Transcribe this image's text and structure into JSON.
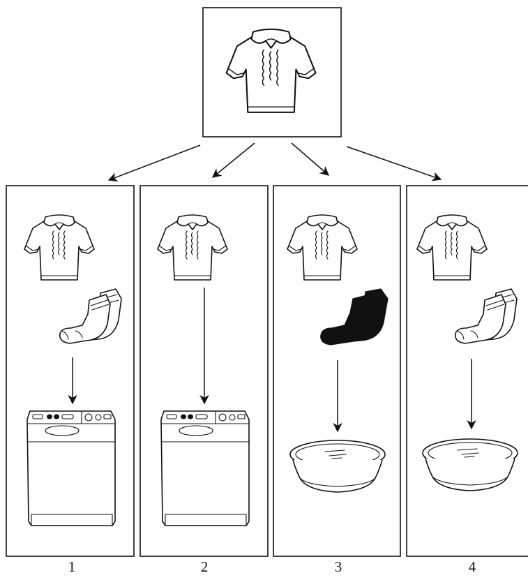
{
  "panels": [
    {
      "label": "1",
      "items": [
        "shirt",
        "white-socks",
        "washing-machine"
      ]
    },
    {
      "label": "2",
      "items": [
        "shirt",
        "washing-machine"
      ]
    },
    {
      "label": "3",
      "items": [
        "shirt",
        "black-socks",
        "wash-basin"
      ]
    },
    {
      "label": "4",
      "items": [
        "shirt",
        "white-socks",
        "wash-basin"
      ]
    }
  ],
  "icons": [
    "shirt-icon",
    "white-socks-icon",
    "black-socks-icon",
    "washing-machine-icon",
    "wash-basin-icon",
    "arrow-icon"
  ],
  "colors": {
    "ink": "#111111",
    "paper": "#ffffff"
  }
}
